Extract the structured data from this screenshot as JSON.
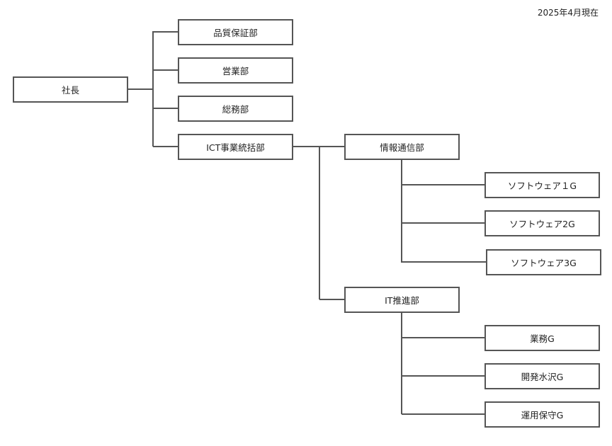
{
  "date_label": "2025年4月現在",
  "org": {
    "president": "社長",
    "departments": [
      "品質保証部",
      "営業部",
      "総務部",
      "ICT事業統括部"
    ],
    "ict_divisions": [
      "情報通信部",
      "IT推進部"
    ],
    "info_groups": [
      "ソフトウェア１G",
      "ソフトウェア2G",
      "ソフトウェア3G"
    ],
    "it_groups": [
      "業務G",
      "開発水沢G",
      "運用保守G"
    ]
  }
}
